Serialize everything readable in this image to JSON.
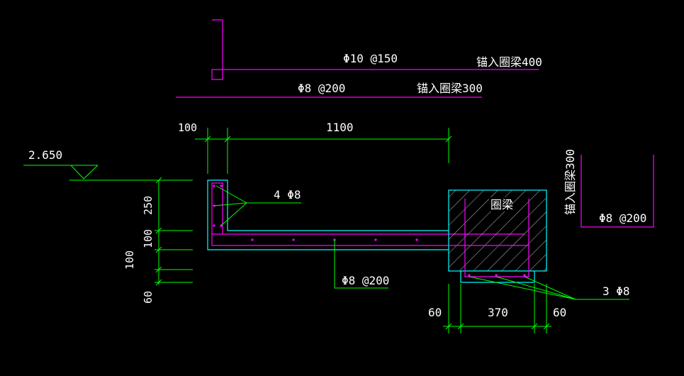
{
  "drawing": {
    "colors": {
      "background": "#000000",
      "dimension": "#00ff00",
      "rebar": "#ff00ff",
      "concrete": "#00ffff",
      "text": "#ffffff"
    },
    "top_notes": {
      "bar_top": "Φ10 @150",
      "anchor_top": "锚入圈梁400",
      "bar_bottom": "Φ8 @200",
      "anchor_bottom": "锚入圈梁300"
    },
    "right_detail": {
      "anchor_label": "锚入圈梁300",
      "bar_label": "Φ8 @200"
    },
    "level": {
      "value": "2.650"
    },
    "dimensions": {
      "top_left": "100",
      "top_main": "1100",
      "left_250": "250",
      "left_100a": "100",
      "left_100b": "100",
      "left_60": "60",
      "bottom_60a": "60",
      "bottom_370": "370",
      "bottom_60b": "60"
    },
    "callouts": {
      "edge_bars": "4 Φ8",
      "slab_bars": "Φ8 @200",
      "beam_bars": "3 Φ8",
      "beam_name": "圈梁"
    }
  }
}
